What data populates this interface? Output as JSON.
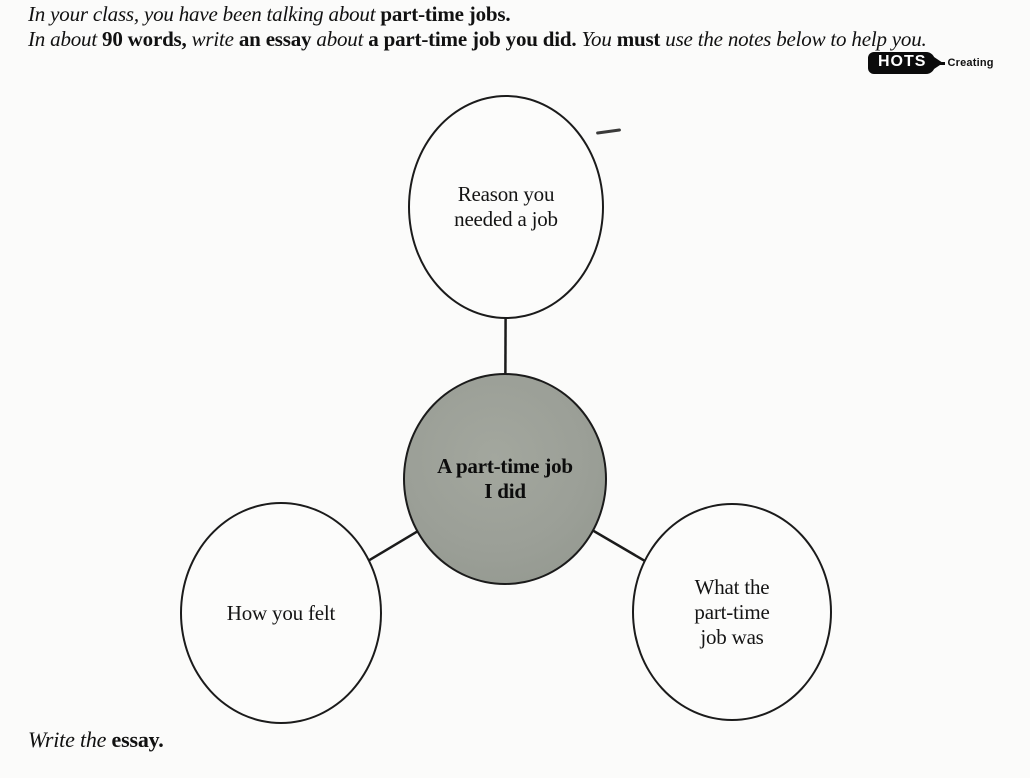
{
  "instructions": {
    "line1": {
      "seg1": "In your class, you have been talking about ",
      "seg2": "part-time jobs."
    },
    "line2": {
      "seg1": "In about ",
      "seg2": "90 words, ",
      "seg3": "write ",
      "seg4": "an essay ",
      "seg5": "about ",
      "seg6": "a part-time job you did. ",
      "seg7": "You ",
      "seg8": "must ",
      "seg9": "use the notes below to help you."
    }
  },
  "hots_badge": {
    "label": "HOTS",
    "suffix": "Creating",
    "badge_color": "#0b0b0b",
    "text_color": "#ffffff"
  },
  "diagram": {
    "center_node": {
      "label": "A part-time job\nI did",
      "fill_color": "#9b9f97"
    },
    "nodes": [
      {
        "id": "reason",
        "position": "top",
        "label": "Reason you\nneeded a job"
      },
      {
        "id": "what-job",
        "position": "bottom-right",
        "label": "What the\npart-time\njob was"
      },
      {
        "id": "how-felt",
        "position": "bottom-left",
        "label": "How you felt"
      }
    ],
    "line_color": "#1b1b1b"
  },
  "footer": {
    "seg1": "Write the ",
    "seg2": "essay."
  }
}
